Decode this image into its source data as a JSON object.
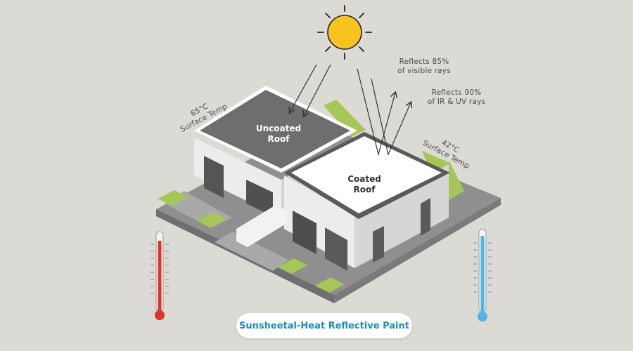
{
  "labels": {
    "uncoated_temp": "65°C",
    "uncoated_temp_caption": "Surface Temp",
    "coated_temp": "42°C",
    "coated_temp_caption": "Surface Temp",
    "uncoated_roof_line1": "Uncoated",
    "uncoated_roof_line2": "Roof",
    "coated_roof_line1": "Coated",
    "coated_roof_line2": "Roof",
    "reflect_visible_line1": "Reflects 85%",
    "reflect_visible_line2": "of visible rays",
    "reflect_ir_line1": "Reflects 90%",
    "reflect_ir_line2": "of IR & UV rays",
    "caption": "Sunsheetal-Heat Reflective Paint"
  },
  "colors": {
    "background": "#dcdad5",
    "uncoated_roof": "#6e6e6e",
    "coated_roof": "#ffffff",
    "sun": "#f7c31f",
    "grass": "#a6c657",
    "hot_thermometer": "#d9352b",
    "cold_thermometer": "#4fb4e6",
    "caption_text": "#1a8fbd"
  },
  "icons": [
    "sun-icon",
    "thermometer-hot-icon",
    "thermometer-cold-icon"
  ]
}
